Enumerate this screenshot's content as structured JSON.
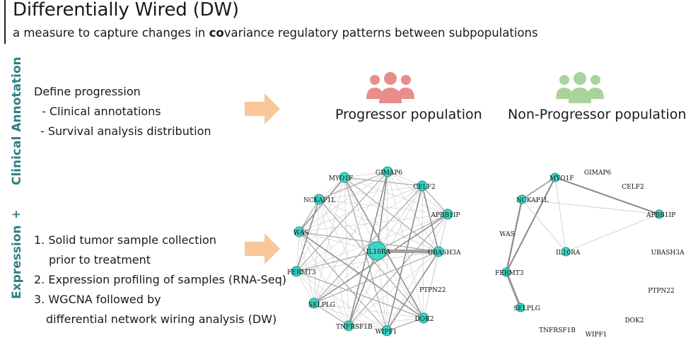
{
  "header": {
    "title": "Differentially Wired (DW)",
    "subtitle_pre": "a measure to capture changes in ",
    "subtitle_bold": "co",
    "subtitle_post": "variance regulatory patterns between subpopulations"
  },
  "side_labels": {
    "clinical": "Clinical Annotation",
    "plus": "+",
    "expression": "Expression"
  },
  "clinical_block": {
    "heading": "Define progression",
    "items": [
      "- Clinical annotations",
      "-  Survival analysis distribution"
    ]
  },
  "expression_block": {
    "lines": [
      "1. Solid tumor sample collection",
      "prior to  treatment",
      "2. Expression  profiling of samples (RNA-Seq)",
      "3. WGCNA followed by",
      "differential  network wiring analysis (DW)"
    ]
  },
  "populations": {
    "progressor": "Progressor population",
    "non_progressor": "Non-Progressor population"
  },
  "colors": {
    "accent_teal": "#2e7f84",
    "arrow_orange": "#f9c79a",
    "progressor_icon": "#e88c8c",
    "non_progressor_icon": "#a8d39a",
    "node_fill": "#3fd6c6",
    "node_stroke": "#1d8f84"
  },
  "networks": {
    "progressor_nodes": [
      "MYO1F",
      "GIMAP6",
      "CELF2",
      "NCKAP1L",
      "APBB1IP",
      "WAS",
      "IL10RA",
      "UBASH3A",
      "FERMT3",
      "PTPN22",
      "SELPLG",
      "DOK2",
      "TNFRSF1B",
      "WIPF1"
    ],
    "non_progressor_nodes": [
      "MYO1F",
      "GIMAP6",
      "CELF2",
      "NCKAP1L",
      "APBB1IP",
      "WAS",
      "IL10RA",
      "UBASH3A",
      "FERMT3",
      "PTPN22",
      "SELPLG",
      "DOK2",
      "TNFRSF1B",
      "WIPF1"
    ]
  }
}
